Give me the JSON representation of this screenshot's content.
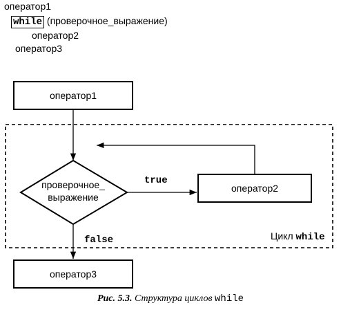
{
  "code": {
    "line1": "оператор1",
    "keyword": "while",
    "condition": "(проверочное_выражение)",
    "line3": "оператор2",
    "line4": "оператор3"
  },
  "diagram": {
    "box1": "оператор1",
    "cond_line1": "проверочное_",
    "cond_line2": "выражение",
    "true_label": "true",
    "false_label": "false",
    "box2": "оператор2",
    "box3": "оператор3",
    "loop_label": "Цикл",
    "loop_keyword": "while"
  },
  "caption": {
    "label": "Рис. 5.3.",
    "title": "Структура циклов",
    "keyword": "while"
  }
}
